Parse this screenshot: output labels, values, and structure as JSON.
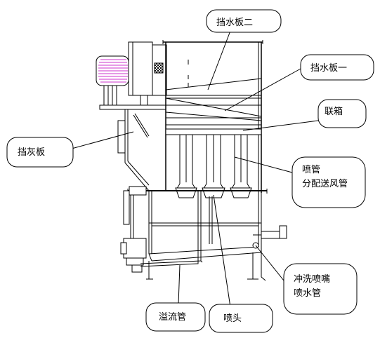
{
  "labels": {
    "baffle_2": "挡水板二",
    "baffle_1": "挡水板一",
    "header_box": "联箱",
    "ash_baffle": "挡灰板",
    "spray_pipe": "喷管",
    "air_duct": "分配送风管",
    "flush_nozzle": "冲洗喷嘴",
    "flush_pipe": "喷水管",
    "overflow_pipe": "溢流管",
    "spray_head": "喷头"
  },
  "colors": {
    "line": "#000000",
    "motor_stripes": "#cc33cc",
    "background": "#ffffff"
  }
}
